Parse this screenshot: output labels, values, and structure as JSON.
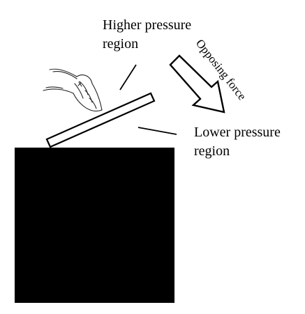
{
  "labels": {
    "higher_pressure_line1": "Higher pressure",
    "higher_pressure_line2": "region",
    "lower_pressure_line1": "Lower pressure",
    "lower_pressure_line2": "region",
    "opposing_force": "Opposing force"
  },
  "colors": {
    "block": "#000000",
    "plate_fill": "#ffffff",
    "plate_stroke": "#000000",
    "arrow_fill": "#ffffff",
    "arrow_stroke": "#000000",
    "text": "#000000"
  },
  "icons": {
    "hand": "hand-icon",
    "arrow": "arrow-icon"
  }
}
